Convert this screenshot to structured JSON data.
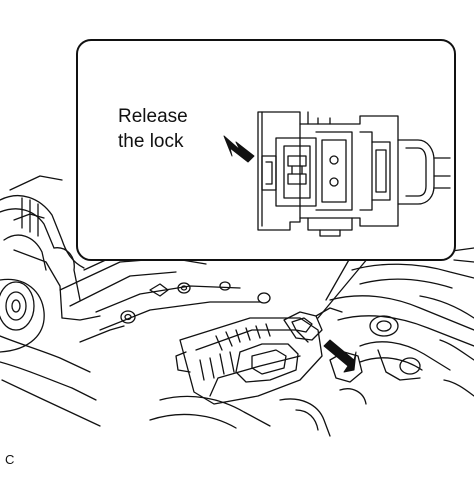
{
  "callout": {
    "line1": "Release",
    "line2": "the lock"
  },
  "figure_code": "C",
  "colors": {
    "ink": "#111111",
    "background": "#ffffff"
  },
  "icons": [
    "push-arrow-icon",
    "push-arrow-icon"
  ]
}
